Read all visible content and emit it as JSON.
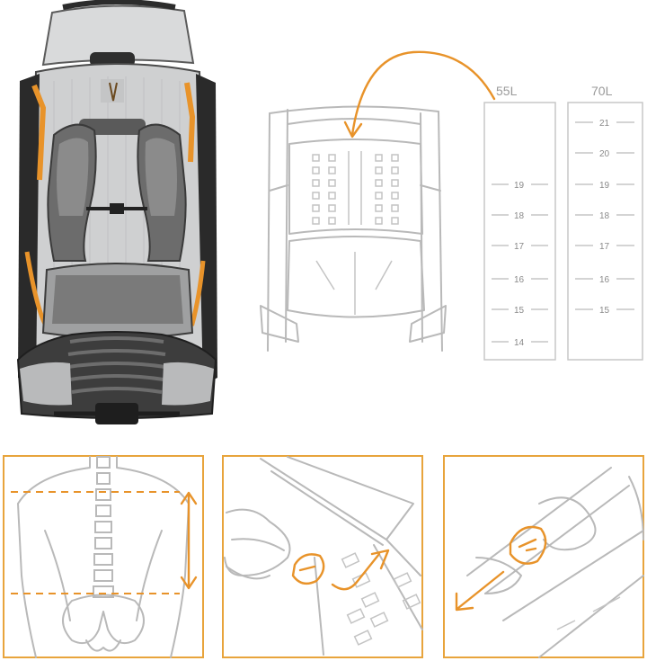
{
  "sizes": {
    "small": {
      "label": "55L",
      "ticks": [
        "19",
        "18",
        "17",
        "16",
        "15",
        "14"
      ]
    },
    "large": {
      "label": "70L",
      "ticks": [
        "21",
        "20",
        "19",
        "18",
        "17",
        "16",
        "15"
      ]
    }
  },
  "colors": {
    "accent": "#e8932a",
    "line_art": "#b9b9b9",
    "frame": "#e8a43c"
  },
  "illustrations": {
    "product_photo": "backpack-rear-harness-photo",
    "panel_1": "torso-length-measure-illustration",
    "panel_2": "harness-adjust-up-illustration",
    "panel_3": "buckle-adjust-down-illustration"
  }
}
